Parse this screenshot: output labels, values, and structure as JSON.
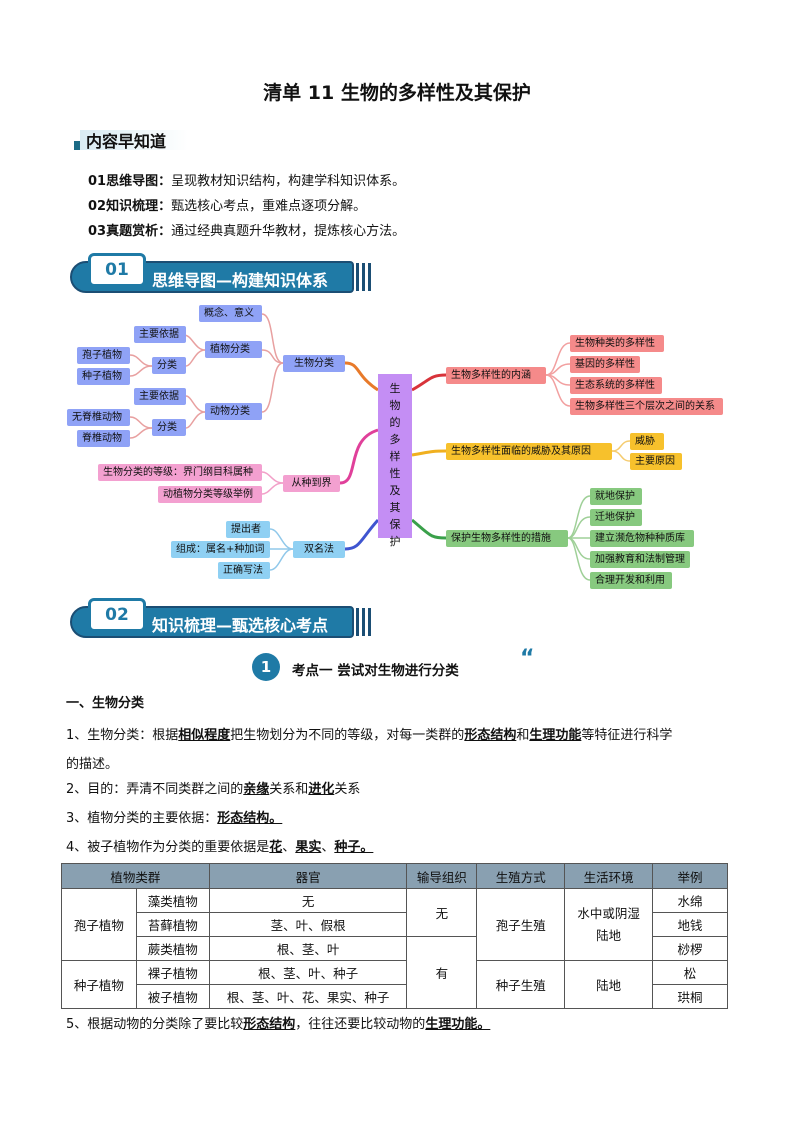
{
  "title": "清单 11  生物的多样性及其保护",
  "intro": {
    "heading": "内容早知道",
    "lines": [
      {
        "label": "01思维导图：",
        "text": "呈现教材知识结构，构建学科知识体系。"
      },
      {
        "label": "02知识梳理：",
        "text": "甄选核心考点，重难点逐项分解。"
      },
      {
        "label": "03真题赏析：",
        "text": "通过经典真题升华教材，提炼核心方法。"
      }
    ]
  },
  "sections": [
    {
      "num": "01",
      "title": "思维导图—构建知识体系"
    },
    {
      "num": "02",
      "title": "知识梳理—甄选核心考点"
    }
  ],
  "mindmap": {
    "center": [
      "生",
      "物",
      "的",
      "多",
      "样",
      "性",
      "及",
      "其",
      "保",
      "护"
    ],
    "left": {
      "classification": "生物分类",
      "concept": "概念、意义",
      "plant_class": "植物分类",
      "plant_basis": "主要依据",
      "plant_split": "分类",
      "spore_plants": "孢子植物",
      "seed_plants": "种子植物",
      "animal_class": "动物分类",
      "animal_basis": "主要依据",
      "animal_split": "分类",
      "invertebrates": "无脊椎动物",
      "vertebrates": "脊椎动物",
      "species_to_kingdom": "从种到界",
      "ranks": "生物分类的等级：界门纲目科属种",
      "rank_examples": "动植物分类等级举例",
      "binomial": "双名法",
      "proposer": "提出者",
      "composition": "组成：属名+种加词",
      "correct_writing": "正确写法"
    },
    "right": {
      "meaning": "生物多样性的内涵",
      "meaning_items": [
        "生物种类的多样性",
        "基因的多样性",
        "生态系统的多样性",
        "生物多样性三个层次之间的关系"
      ],
      "threats": "生物多样性面临的威胁及其原因",
      "threat_items": [
        "威胁",
        "主要原因"
      ],
      "measures": "保护生物多样性的措施",
      "measure_items": [
        "就地保护",
        "迁地保护",
        "建立濒危物种种质库",
        "加强教育和法制管理",
        "合理开发和利用"
      ]
    }
  },
  "keypoint": {
    "num": "1",
    "text": "考点一   尝试对生物进行分类"
  },
  "body": {
    "h1": "一、生物分类",
    "p1_a": "1、生物分类：根据",
    "p1_b": "相似程度",
    "p1_c": "把生物划分为不同的等级，对每一类群的",
    "p1_d": "形态结构",
    "p1_e": "和",
    "p1_f": "生理功能",
    "p1_g": "等特征进行科学",
    "p1_h": "的描述。",
    "p2_a": "2、目的：弄清不同类群之间的",
    "p2_b": "亲缘",
    "p2_c": "关系和",
    "p2_d": "进化",
    "p2_e": "关系",
    "p3_a": "3、植物分类的主要依据：",
    "p3_b": "形态结构。",
    "p4_a": "4、被子植物作为分类的重要依据是",
    "p4_b": "花",
    "p4_c": "、",
    "p4_d": "果实",
    "p4_e": "、",
    "p4_f": "种子。",
    "p5_a": "5、根据动物的分类除了要比较",
    "p5_b": "形态结构",
    "p5_c": "，往往还要比较动物的",
    "p5_d": "生理功能。"
  },
  "table": {
    "headers": [
      "植物类群",
      "器官",
      "输导组织",
      "生殖方式",
      "生活环境",
      "举例"
    ],
    "spore": "孢子植物",
    "seed": "种子植物",
    "algae": "藻类植物",
    "moss": "苔藓植物",
    "fern": "蕨类植物",
    "gymno": "裸子植物",
    "angio": "被子植物",
    "organ_algae": "无",
    "organ_moss": "茎、叶、假根",
    "organ_fern": "根、茎、叶",
    "organ_gymno": "根、茎、叶、种子",
    "organ_angio": "根、茎、叶、花、果实、种子",
    "tissue_none": "无",
    "tissue_yes": "有",
    "repro_spore": "孢子生殖",
    "repro_seed": "种子生殖",
    "env_water": "水中或阴湿陆地",
    "env_land": "陆地",
    "ex_algae": "水绵",
    "ex_moss": "地钱",
    "ex_fern": "桫椤",
    "ex_gymno": "松",
    "ex_angio": "珙桐"
  },
  "colors": {
    "accent": "#1f7aa6",
    "table_header": "#89a0b1"
  }
}
